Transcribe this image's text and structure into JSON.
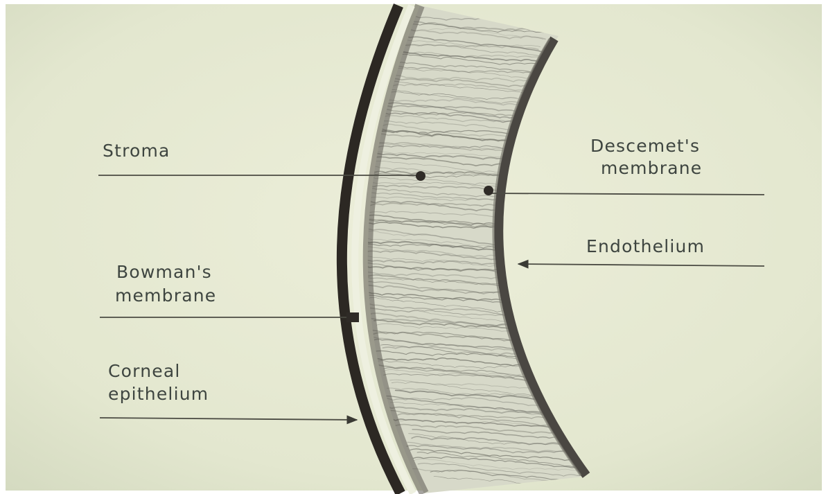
{
  "diagram": {
    "labels": {
      "stroma": "Stroma",
      "descemet_line1": "Descemet's",
      "descemet_line2": "membrane",
      "endothelium": "Endothelium",
      "bowman_line1": "Bowman's",
      "bowman_line2": "membrane",
      "corneal_line1": "Corneal",
      "corneal_line2": "epithelium"
    },
    "colors": {
      "background": "#e7ead3",
      "epithelium": "#2f2a25",
      "stroma": "#d6d8c8",
      "stroma_fibers": "#6f6f66",
      "descemet": "#4b4843",
      "leader_lines": "#4a4a42"
    }
  }
}
